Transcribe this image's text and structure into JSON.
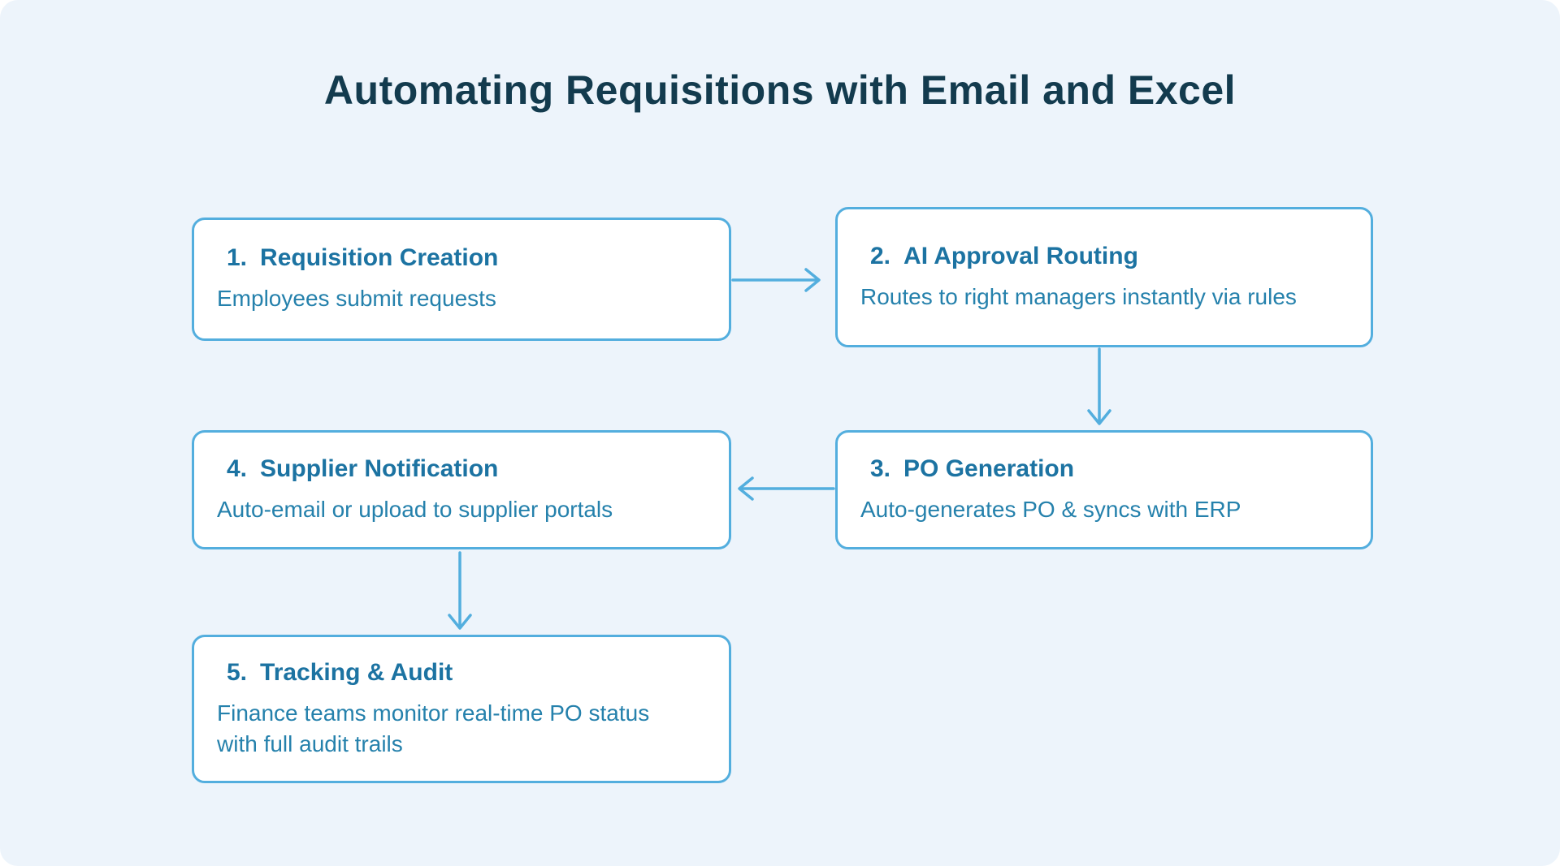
{
  "title": "Automating Requisitions with Email and Excel",
  "colors": {
    "canvas_background": "#edf4fb",
    "box_background": "#ffffff",
    "accent": "#53aede",
    "title_text": "#133b4e",
    "heading_text": "#1c73a2",
    "body_text": "#2581ac"
  },
  "steps": [
    {
      "number": "1.",
      "name": "Requisition Creation",
      "description": "Employees submit requests"
    },
    {
      "number": "2.",
      "name": "AI Approval Routing",
      "description": "Routes to right managers instantly via rules"
    },
    {
      "number": "3.",
      "name": "PO Generation",
      "description": "Auto-generates PO & syncs with ERP"
    },
    {
      "number": "4.",
      "name": "Supplier Notification",
      "description": "Auto-email or upload to supplier portals"
    },
    {
      "number": "5.",
      "name": "Tracking & Audit",
      "description": "Finance teams monitor real-time PO status with full audit trails"
    }
  ],
  "connections": [
    {
      "from": "1",
      "to": "2",
      "direction": "right"
    },
    {
      "from": "2",
      "to": "3",
      "direction": "down"
    },
    {
      "from": "3",
      "to": "4",
      "direction": "left"
    },
    {
      "from": "4",
      "to": "5",
      "direction": "down"
    }
  ]
}
